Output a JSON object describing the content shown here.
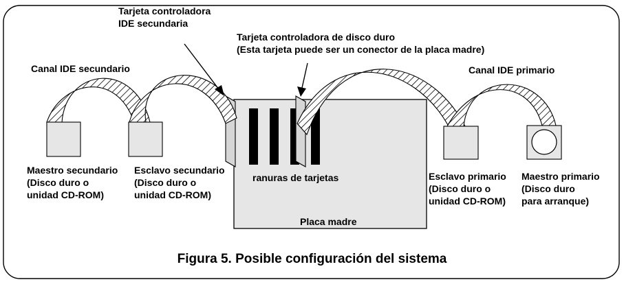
{
  "callouts": {
    "ide_card": [
      "Tarjeta controladora",
      "IDE secundaria"
    ],
    "disk_card": [
      "Tarjeta controladora de disco duro",
      "(Esta tarjeta puede ser un conector de la placa madre)"
    ]
  },
  "channels": {
    "secondary": "Canal IDE secundario",
    "primary": "Canal IDE primario"
  },
  "devices": {
    "secondary_master": [
      "Maestro secundario",
      "(Disco duro o",
      "unidad CD-ROM)"
    ],
    "secondary_slave": [
      "Esclavo secundario",
      "(Disco duro o",
      "unidad CD-ROM)"
    ],
    "primary_slave": [
      "Esclavo primario",
      "(Disco duro o",
      "unidad CD-ROM)"
    ],
    "primary_master": [
      "Maestro primario",
      "(Disco duro",
      "para arranque)"
    ]
  },
  "motherboard": {
    "slots_label": "ranuras de tarjetas",
    "label": "Placa madre"
  },
  "caption": "Figura 5. Posible configuración del sistema"
}
